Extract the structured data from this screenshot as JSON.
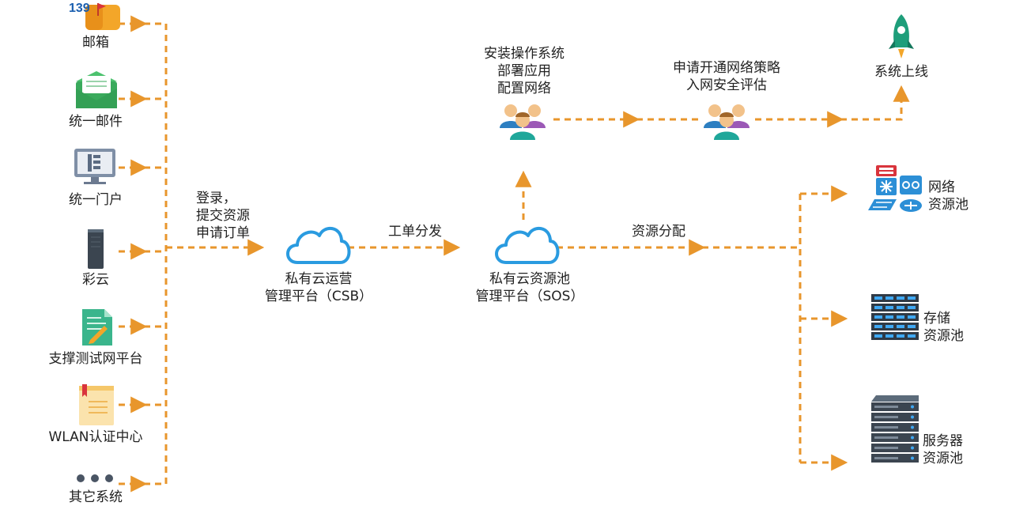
{
  "colors": {
    "flow_line": "#e8962c",
    "cloud": "#2a9be0",
    "mail_green": "#3aaa5c",
    "rocket_green": "#1e9e7a",
    "user_blue": "#2d7fc1",
    "user_purple": "#9b59b6",
    "user_teal": "#1fa79a",
    "server_dark": "#3b4550",
    "network_red": "#d9343c",
    "network_blue": "#2c8fd6"
  },
  "sources": [
    {
      "label": "邮箱",
      "icon": "mailbox-139-icon",
      "badge": "139"
    },
    {
      "label": "统一邮件",
      "icon": "green-envelope-icon"
    },
    {
      "label": "统一门户",
      "icon": "monitor-portal-icon"
    },
    {
      "label": "彩云",
      "icon": "server-tower-icon"
    },
    {
      "label": "支撑测试网平台",
      "icon": "document-edit-icon"
    },
    {
      "label": "WLAN认证中心",
      "icon": "notebook-icon"
    },
    {
      "label": "其它系统",
      "icon": "more-dots-icon"
    }
  ],
  "steps": {
    "submit_label": "登录，\n提交资源\n申请订单",
    "csb_label": "私有云运营\n管理平台（CSB）",
    "dispatch_label": "工单分发",
    "sos_label": "私有云资源池\n管理平台（SOS）",
    "allocate_label": "资源分配",
    "install_label": "安装操作系统\n部署应用\n配置网络",
    "policy_label": "申请开通网络策略\n入网安全评估",
    "online_label": "系统上线"
  },
  "pools": [
    {
      "label": "网络\n资源池",
      "icon": "network-devices-icon"
    },
    {
      "label": "存储\n资源池",
      "icon": "storage-array-icon"
    },
    {
      "label": "服务器\n资源池",
      "icon": "server-rack-icon"
    }
  ]
}
